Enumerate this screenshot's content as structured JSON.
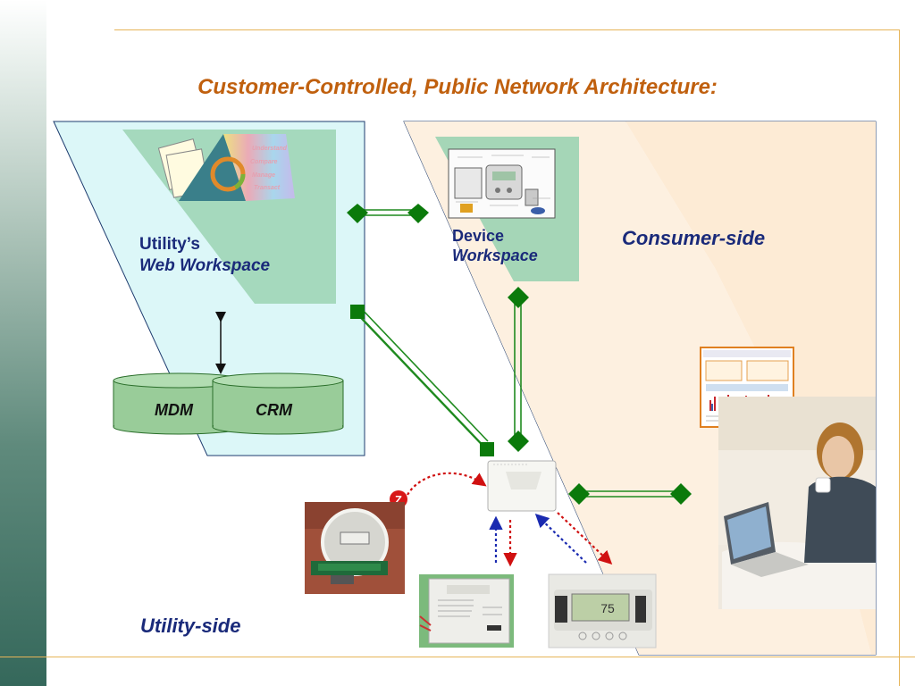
{
  "title": "Customer-Controlled, Public Network Architecture:",
  "utility_workspace": {
    "line1": "Utility’s",
    "line2": "Web Workspace"
  },
  "device_workspace": {
    "line1": "Device",
    "line2": "Workspace"
  },
  "consumer_side_label": "Consumer-side",
  "utility_side_label": "Utility-side",
  "databases": {
    "left": "MDM",
    "right": "CRM"
  },
  "hub_diagram_words": [
    "Understand",
    "Compare",
    "Manage",
    "Transact"
  ],
  "thermostat_reading": "75",
  "colors": {
    "title": "#c0600e",
    "label": "#1a2a7a",
    "link": "#1f8a1f",
    "node": "#0b7a0b",
    "rule": "#e6b458"
  }
}
